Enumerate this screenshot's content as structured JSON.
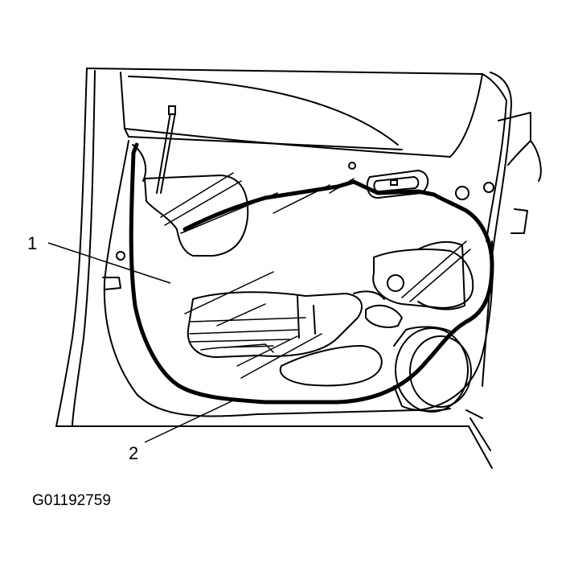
{
  "callouts": [
    {
      "number": "1"
    },
    {
      "number": "2"
    }
  ],
  "figure_id": "G01192759"
}
